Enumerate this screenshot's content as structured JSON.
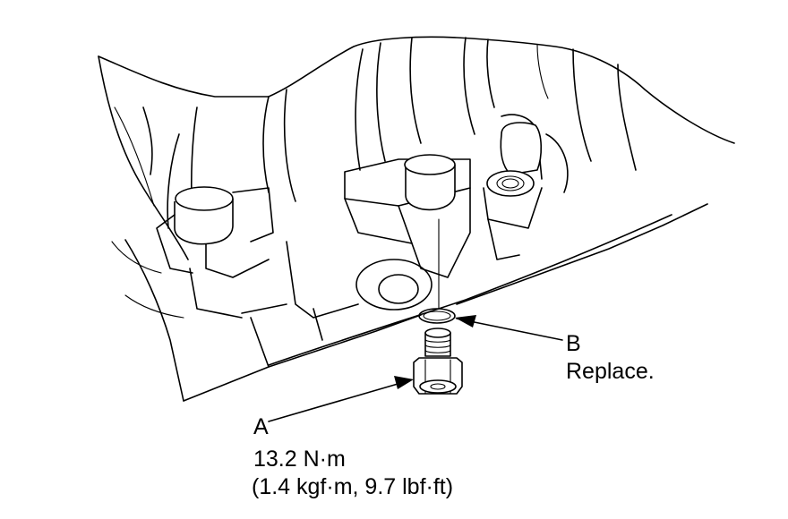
{
  "callouts": {
    "a": {
      "letter": "A",
      "torque_line1": "13.2 N·m",
      "torque_line2": "(1.4 kgf·m, 9.7 lbf·ft)"
    },
    "b": {
      "letter": "B",
      "note": "Replace."
    }
  },
  "colors": {
    "ink": "#000000",
    "paper": "#ffffff"
  }
}
